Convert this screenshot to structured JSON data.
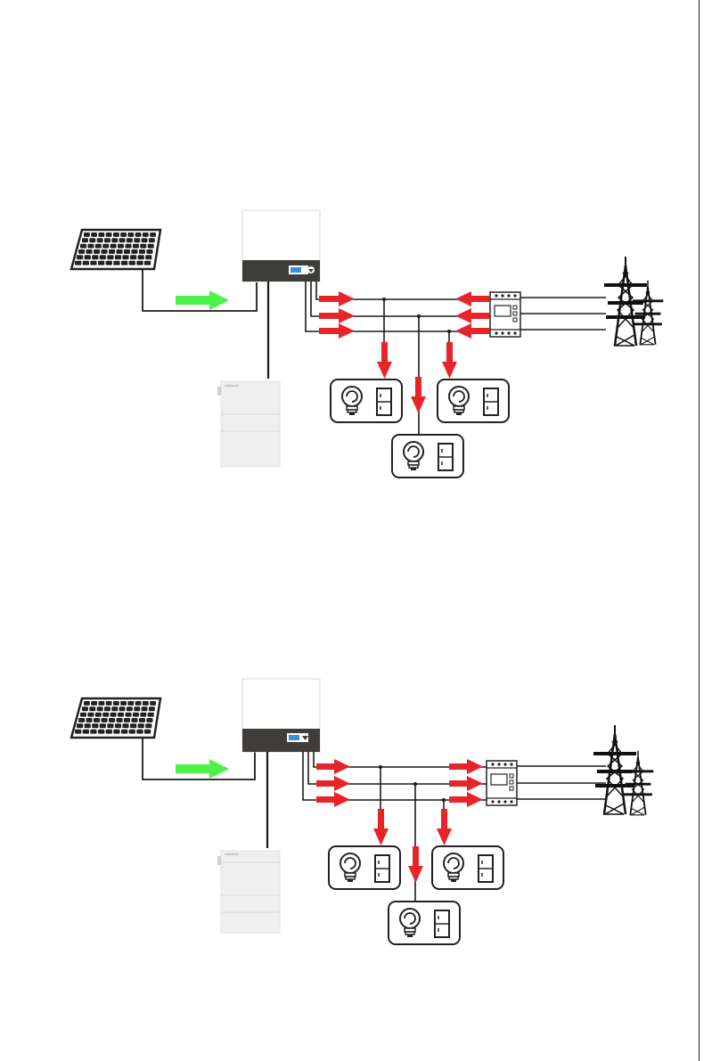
{
  "page": {
    "background": "#ffffff",
    "border_color": "#222222"
  },
  "colors": {
    "pv_flow_arrow": "#4cf24a",
    "ac_flow_arrow": "#e8242a",
    "wire": "#1a1a1a",
    "inverter_display": "#3a8fd8",
    "inverter_panel": "#3f3d3a",
    "battery_body": "#eeeeee"
  },
  "diagrams": [
    {
      "id": "scenario-1",
      "components": [
        "solar-panel-icon",
        "inverter-icon",
        "battery-icon",
        "smart-meter-icon",
        "power-grid-icon",
        "load-icon",
        "load-icon",
        "load-icon"
      ],
      "pv_flow": "into-inverter",
      "grid_flow": "grid-to-loads",
      "inverter_display_icon": "download-arrow-icon"
    },
    {
      "id": "scenario-2",
      "components": [
        "solar-panel-icon",
        "inverter-icon",
        "battery-icon",
        "smart-meter-icon",
        "power-grid-icon",
        "load-icon",
        "load-icon",
        "load-icon"
      ],
      "pv_flow": "into-inverter",
      "grid_flow": "inverter-to-grid",
      "inverter_display_icon": "download-arrow-icon"
    }
  ]
}
